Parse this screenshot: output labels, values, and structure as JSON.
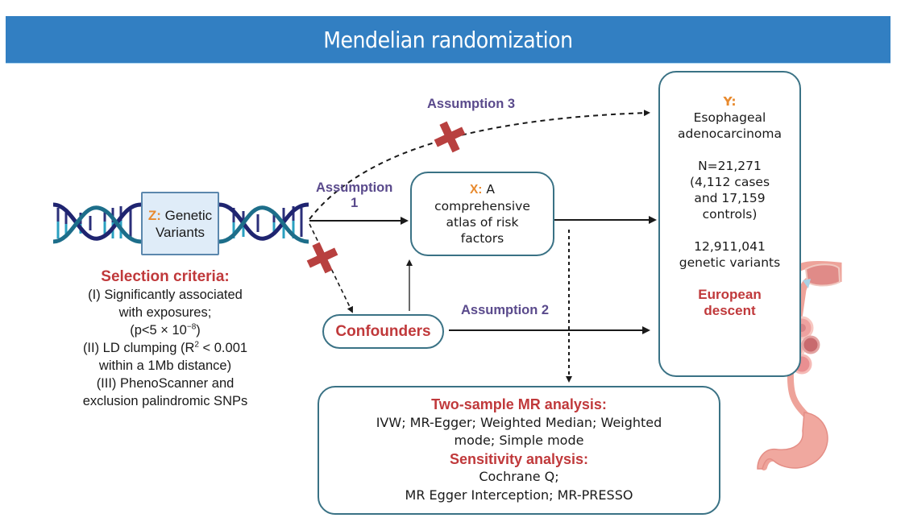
{
  "header": {
    "title": "Mendelian randomization"
  },
  "exposure_instrument": {
    "prefix": "Z:",
    "label_line1": "Genetic",
    "label_line2": "Variants"
  },
  "selection_criteria": {
    "title": "Selection criteria:",
    "lines": [
      "(I) Significantly associated",
      "with exposures;",
      "(p<5 × 10",
      "−8",
      ")",
      "(II) LD clumping (R",
      "2",
      " < 0.001",
      "within a 1Mb distance)",
      "(III) PhenoScanner and",
      "exclusion palindromic SNPs"
    ]
  },
  "exposure": {
    "prefix": "X:",
    "label_lines": [
      "A",
      "comprehensive",
      "atlas of risk",
      "factors"
    ]
  },
  "outcome": {
    "prefix": "Y:",
    "name_lines": [
      "Esophageal",
      "adenocarcinoma"
    ],
    "sample_lines": [
      "N=21,271",
      "(4,112 cases",
      "and 17,159",
      "controls)"
    ],
    "variant_lines": [
      "12,911,041",
      "genetic variants"
    ],
    "ancestry_lines": [
      "European",
      "descent"
    ]
  },
  "confounders": {
    "label": "Confounders"
  },
  "assumptions": {
    "a1_line1": "Assumption",
    "a1_line2": "1",
    "a2": "Assumption 2",
    "a3": "Assumption 3"
  },
  "analysis": {
    "title1": "Two-sample MR analysis:",
    "methods_line1": "IVW; MR-Egger; Weighted Median; Weighted",
    "methods_line2": "mode; Simple mode",
    "title2": "Sensitivity analysis:",
    "sens_line1": "Cochrane Q;",
    "sens_line2": "MR Egger Interception; MR-PRESSO"
  },
  "colors": {
    "banner": "#327fc2",
    "box_border": "#3a7285",
    "label_orange": "#e88a2e",
    "highlight_red": "#c0393b",
    "assumption_purple": "#5a4a8c",
    "cross_red": "#b8403f"
  }
}
